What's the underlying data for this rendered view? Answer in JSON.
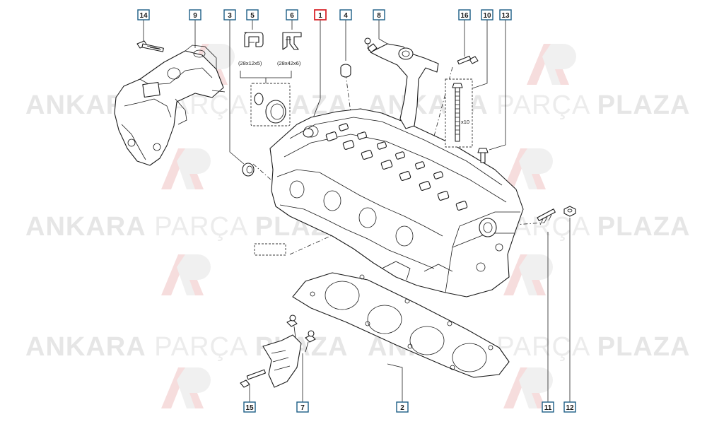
{
  "watermark": {
    "brand_strong_1": "ANKARA",
    "brand_light": "PARÇA",
    "brand_strong_2": "PLAZA",
    "logo_letters": "AP"
  },
  "colors": {
    "callout_border": "#1d5e86",
    "highlight_border": "#d8262c",
    "line": "#1a1a1a",
    "watermark": "#e6e6e6"
  },
  "callouts": [
    {
      "id": "14",
      "label": "14",
      "highlighted": false
    },
    {
      "id": "9",
      "label": "9",
      "highlighted": false
    },
    {
      "id": "3",
      "label": "3",
      "highlighted": false
    },
    {
      "id": "5",
      "label": "5",
      "highlighted": false
    },
    {
      "id": "6",
      "label": "6",
      "highlighted": false
    },
    {
      "id": "1",
      "label": "1",
      "highlighted": true
    },
    {
      "id": "4",
      "label": "4",
      "highlighted": false
    },
    {
      "id": "8",
      "label": "8",
      "highlighted": false
    },
    {
      "id": "16",
      "label": "16",
      "highlighted": false
    },
    {
      "id": "10",
      "label": "10",
      "highlighted": false
    },
    {
      "id": "13",
      "label": "13",
      "highlighted": false
    },
    {
      "id": "15",
      "label": "15",
      "highlighted": false
    },
    {
      "id": "7",
      "label": "7",
      "highlighted": false
    },
    {
      "id": "2",
      "label": "2",
      "highlighted": false
    },
    {
      "id": "11",
      "label": "11",
      "highlighted": false
    },
    {
      "id": "12",
      "label": "12",
      "highlighted": false
    }
  ],
  "annotations": {
    "seal_5_size": "(28x12x5)",
    "seal_6_size": "(28x42x6)",
    "bolt_10_qty": "x10"
  }
}
